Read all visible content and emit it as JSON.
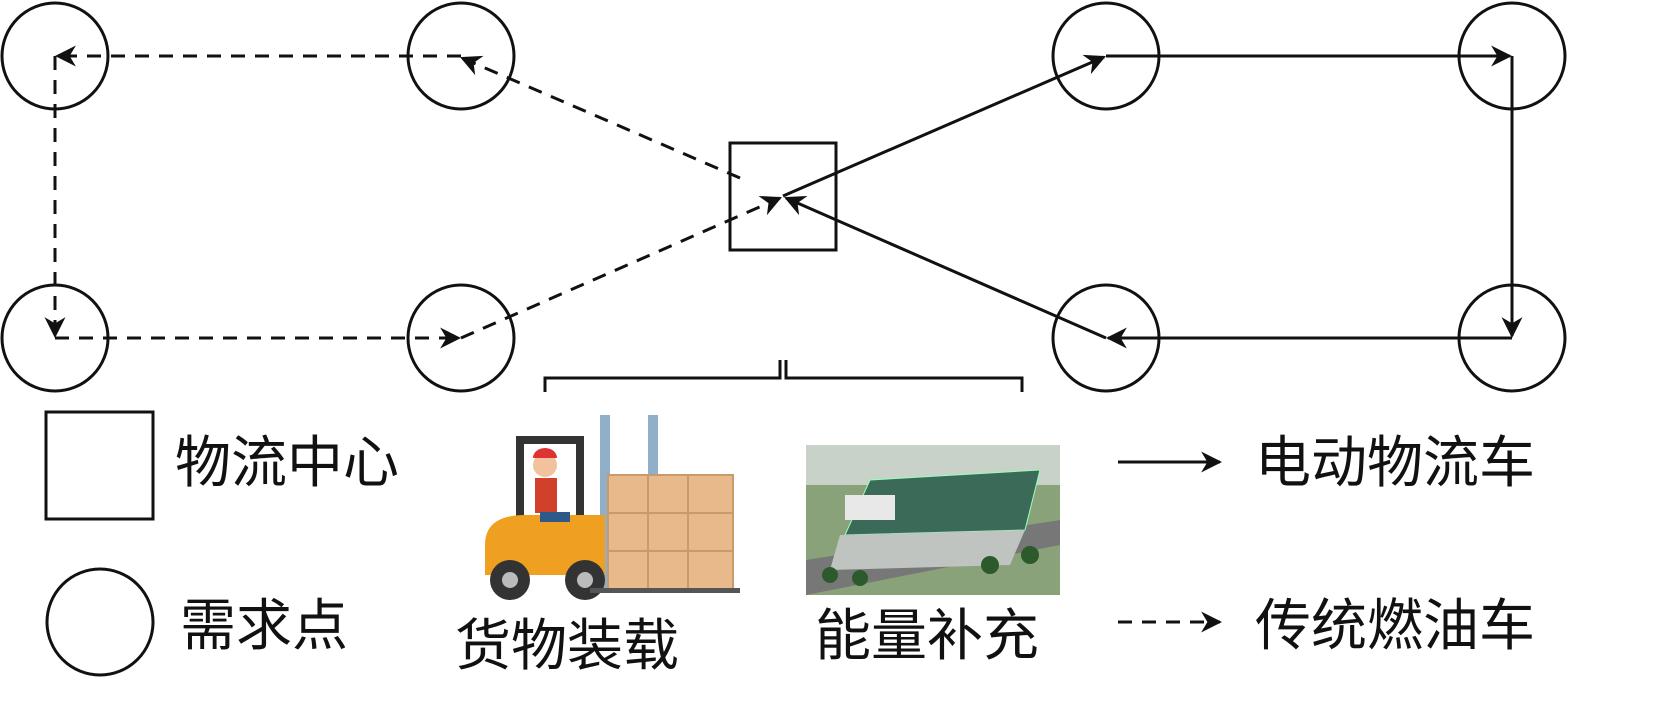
{
  "legend": {
    "center_label": "物流中心",
    "demand_label": "需求点",
    "electric_label": "电动物流车",
    "fuel_label": "传统燃油车"
  },
  "services": {
    "loading_label": "货物装载",
    "energy_label": "能量补充"
  },
  "colors": {
    "line": "#111111",
    "forklift": "#f0a020",
    "box": "#e8b98a",
    "station_roof": "#3b6b58"
  }
}
